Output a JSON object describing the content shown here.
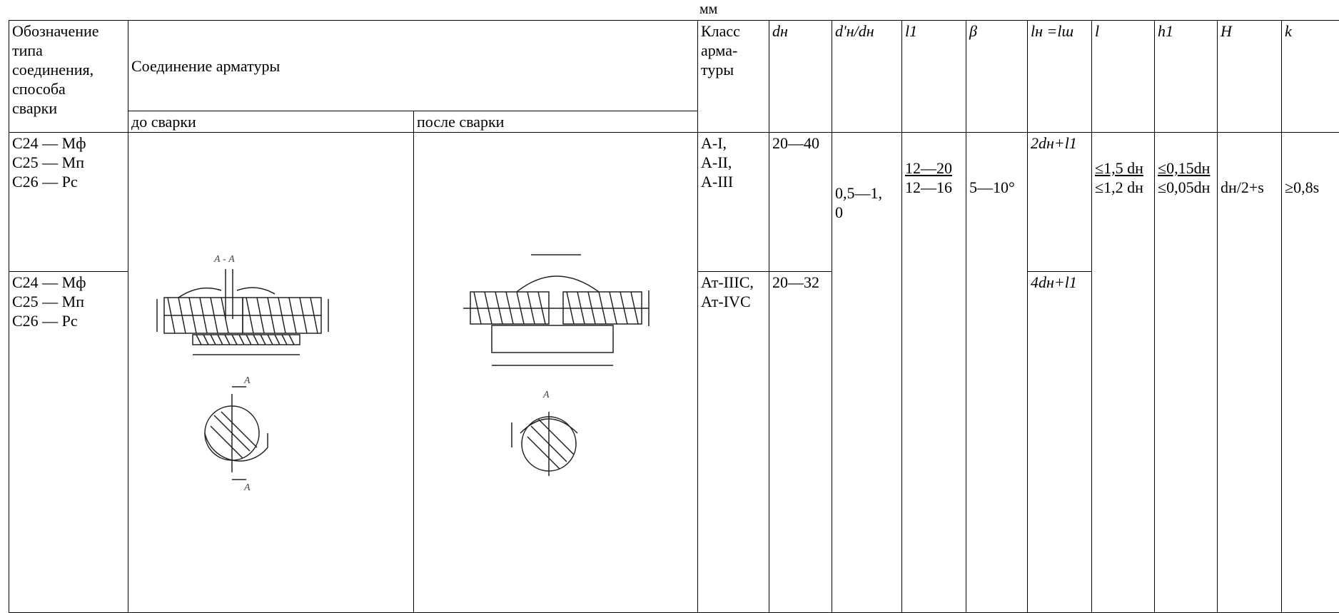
{
  "unit": "мм",
  "header": {
    "type_label": [
      "Обозначение",
      "типа",
      "соединения,",
      "способа",
      "сварки"
    ],
    "connection": "Соединение арматуры",
    "before": "до сварки",
    "after": "после сварки",
    "class_label": [
      "Класс",
      "арма-",
      "туры"
    ],
    "dn": "dн",
    "ratio": "d'н/dн",
    "l1": "l1",
    "beta": "β",
    "ln_lsh": "lн =lш",
    "l": "l",
    "h1": "h1",
    "H": "H",
    "k": "k"
  },
  "rows": [
    {
      "types": [
        "С24 — Мф",
        "С25 — Мп",
        "С26 — Рс"
      ],
      "classes": [
        "А-I,",
        "А-II,",
        "А-III"
      ],
      "dn": "20—40",
      "ln": "2dн+l1"
    },
    {
      "types": [
        "С24 — Мф",
        "С25 — Мп",
        "С26 — Рс"
      ],
      "classes": [
        "Ат-IIIС,",
        "Ат-IVС"
      ],
      "dn": "20—32",
      "ln": "4dн+l1"
    }
  ],
  "shared": {
    "ratio": [
      "0,5—1,",
      "0"
    ],
    "l1_top": "12—20",
    "l1_bottom": "12—16",
    "beta": "5—10°",
    "l_top": "≤1,5 dн",
    "l_bottom": "≤1,2 dн",
    "h1_top": "≤0,15dн",
    "h1_bottom": "≤0,05dн",
    "H": "dн/2+s",
    "k": "≥0,8s"
  },
  "drawing_labels": {
    "section": "А - А",
    "arrow": "А"
  }
}
